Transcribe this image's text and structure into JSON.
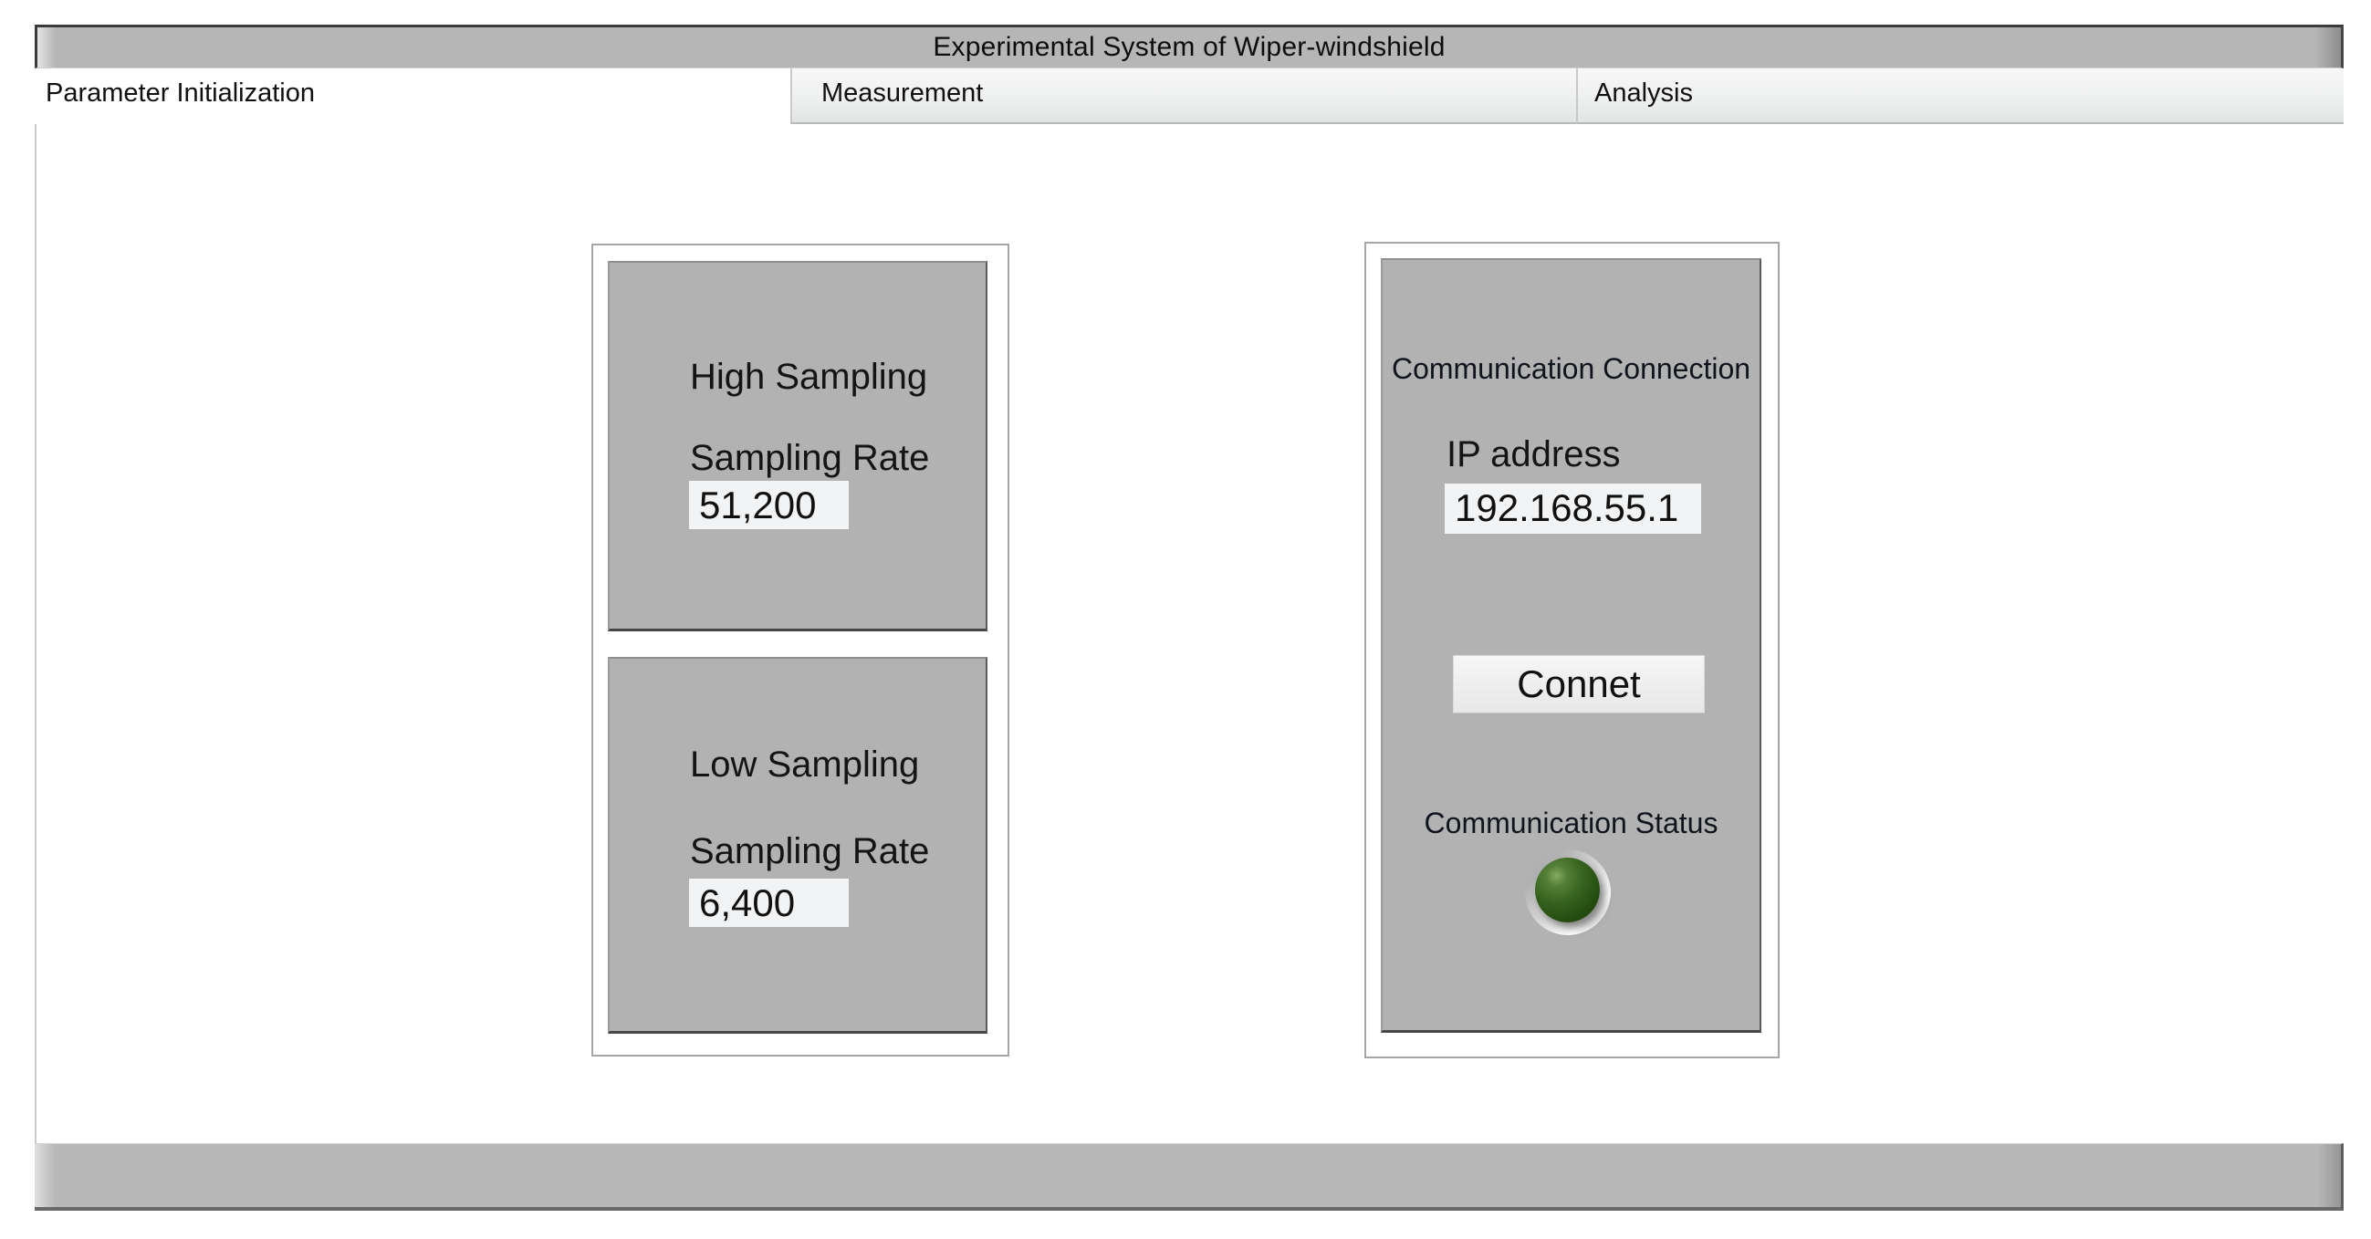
{
  "window": {
    "title": "Experimental System of Wiper-windshield"
  },
  "tabs": {
    "parameter_initialization": {
      "label": "Parameter Initialization",
      "active": true
    },
    "measurement": {
      "label": "Measurement",
      "active": false
    },
    "analysis": {
      "label": "Analysis",
      "active": false
    }
  },
  "sampling": {
    "high": {
      "title": "High Sampling",
      "rate_label": "Sampling Rate",
      "rate_value": "51,200"
    },
    "low": {
      "title": "Low Sampling",
      "rate_label": "Sampling Rate",
      "rate_value": "6,400"
    }
  },
  "communication": {
    "section_title": "Communication Connection",
    "ip_label": "IP address",
    "ip_value": "192.168.55.1",
    "connect_label": "Connet",
    "status_label": "Communication Status",
    "led": {
      "icon": "round-led-indicator",
      "state": "dark-green-off",
      "color": "#2e5a1b"
    }
  },
  "colors": {
    "titlebar_gray": "#b6b6b6",
    "panel_gray": "#b2b2b2",
    "valuebox_bg": "#f2f3f4",
    "led_green": "#2e5a1b"
  }
}
